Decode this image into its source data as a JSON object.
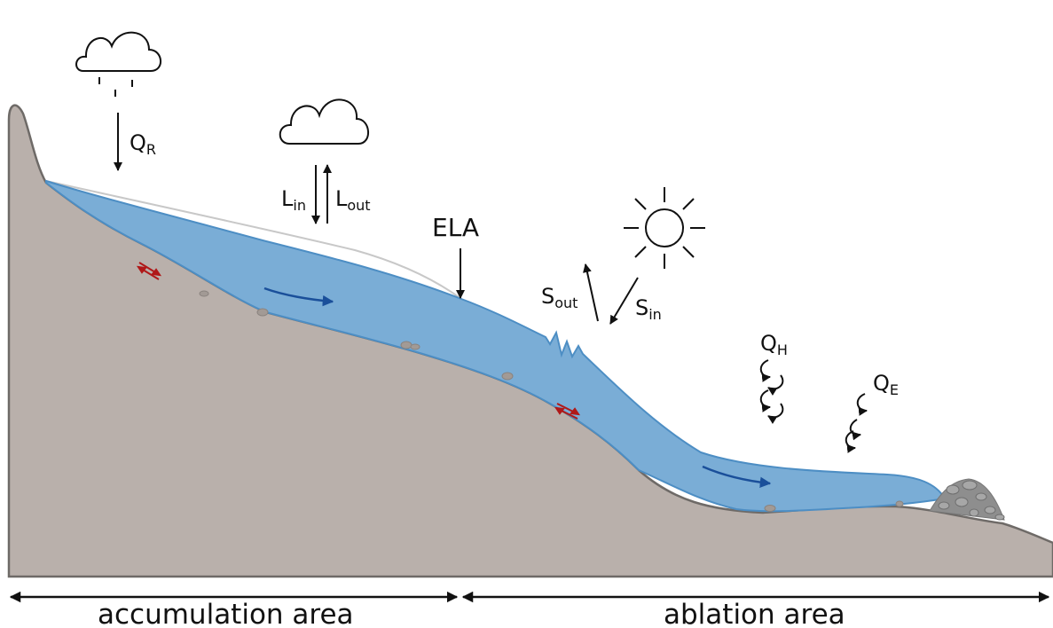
{
  "labels": {
    "precipitation": {
      "main": "Q",
      "sub": "R"
    },
    "longwave_in": {
      "main": "L",
      "sub": "in"
    },
    "longwave_out": {
      "main": "L",
      "sub": "out"
    },
    "ela": "ELA",
    "shortwave_out": {
      "main": "S",
      "sub": "out"
    },
    "shortwave_in": {
      "main": "S",
      "sub": "in"
    },
    "sensible_heat": {
      "main": "Q",
      "sub": "H"
    },
    "latent_heat": {
      "main": "Q",
      "sub": "E"
    }
  },
  "zones": {
    "accumulation": "accumulation area",
    "ablation": "ablation area"
  },
  "colors": {
    "ice": "#7aadd6",
    "ice_edge": "#4d8ec4",
    "bedrock": "#b9b0ab",
    "bedrock_edge": "#6e6a67",
    "flow_arrow": "#1a4f9a",
    "shear_arrow": "#b01818",
    "moraine": "#8c8c8c"
  },
  "icons": [
    "rain-cloud-icon",
    "cloud-icon",
    "sun-icon"
  ]
}
